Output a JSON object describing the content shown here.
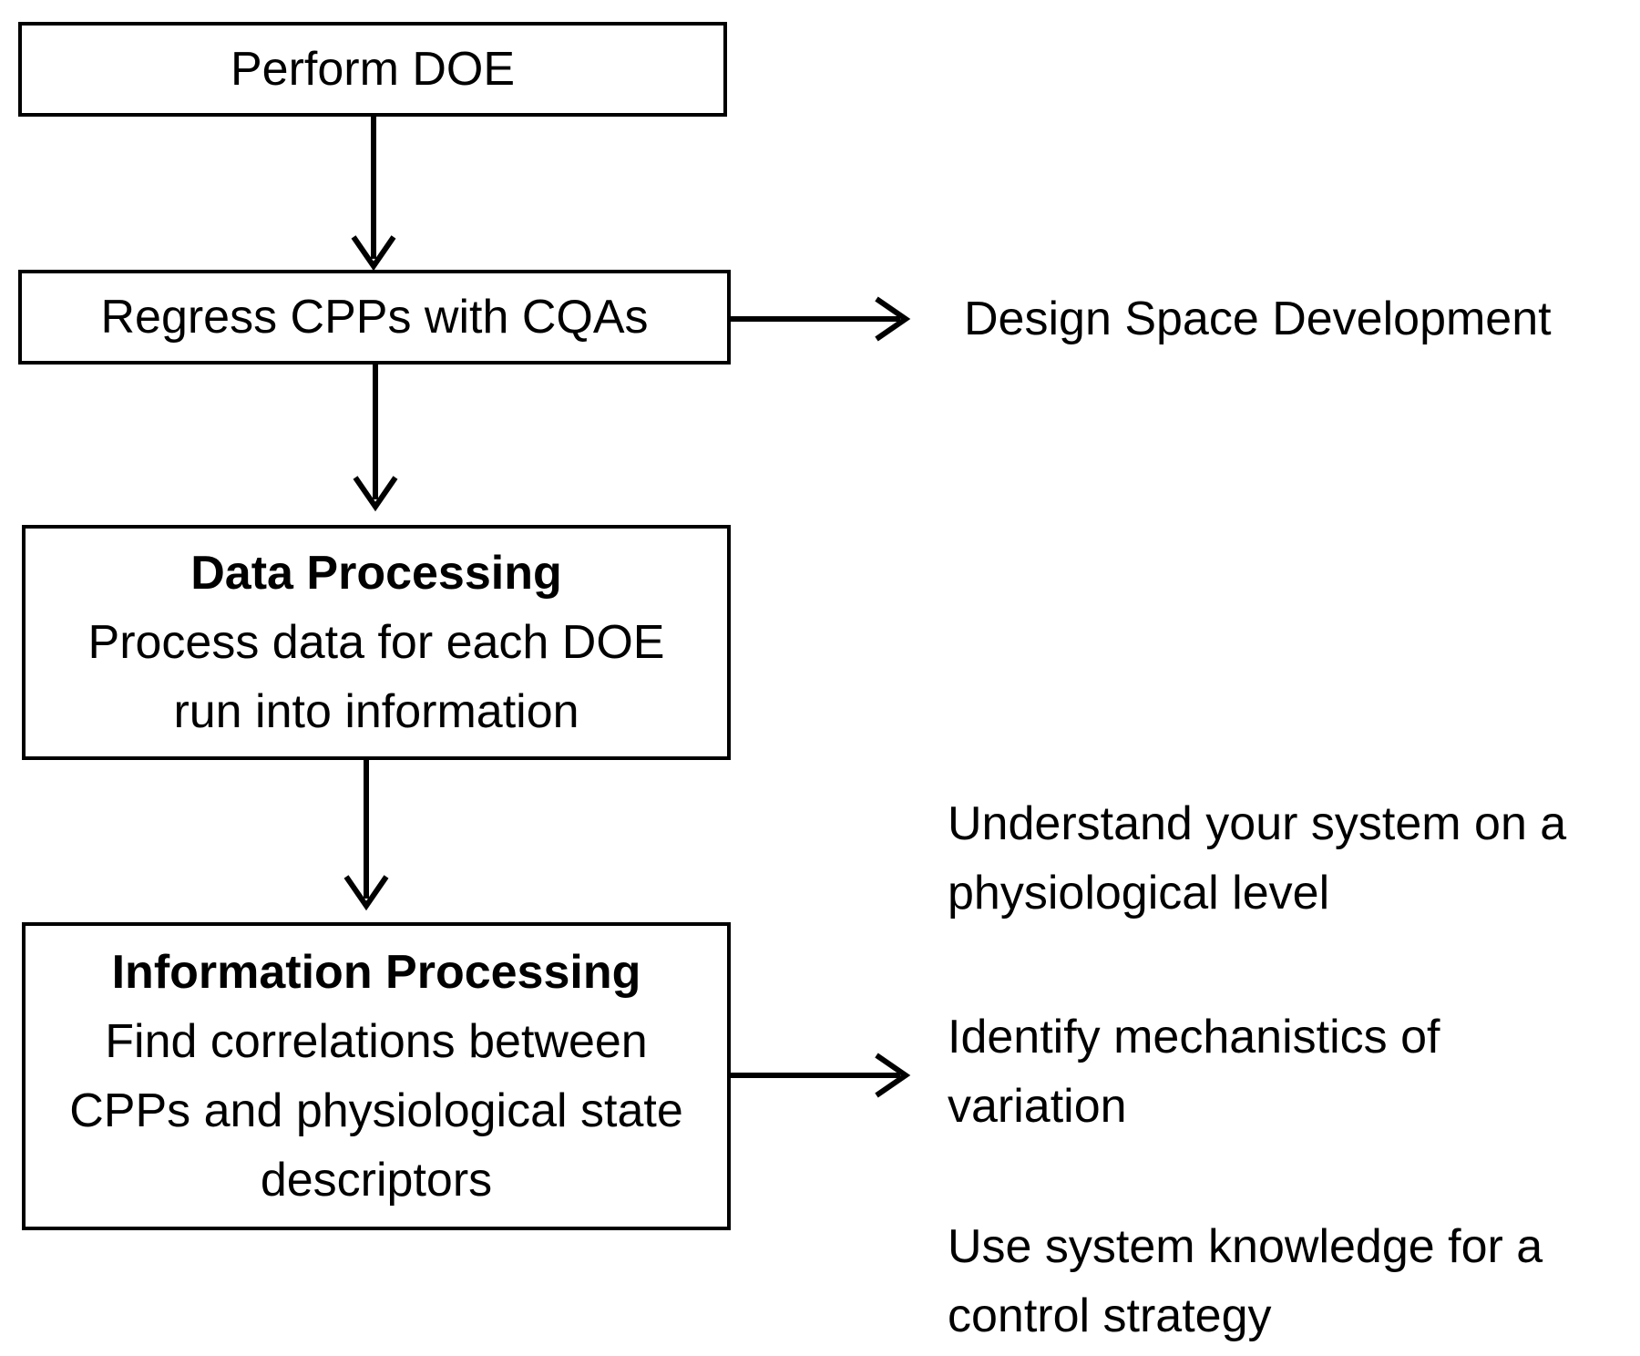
{
  "flow": {
    "perform_doe": "Perform DOE",
    "regress": "Regress CPPs with CQAs",
    "data_processing": {
      "heading": "Data Processing",
      "line1": "Process data for each DOE",
      "line2": "run into information"
    },
    "information_processing": {
      "heading": "Information Processing",
      "line1": "Find correlations between",
      "line2": "CPPs and physiological state",
      "line3": "descriptors"
    }
  },
  "outcomes": {
    "design_space": "Design Space Development",
    "understand": {
      "line1": "Understand your system on a",
      "line2": "physiological level"
    },
    "identify": {
      "line1": "Identify mechanistics of",
      "line2": "variation"
    },
    "use_system": {
      "line1": "Use system knowledge for a",
      "line2": "control strategy"
    }
  }
}
